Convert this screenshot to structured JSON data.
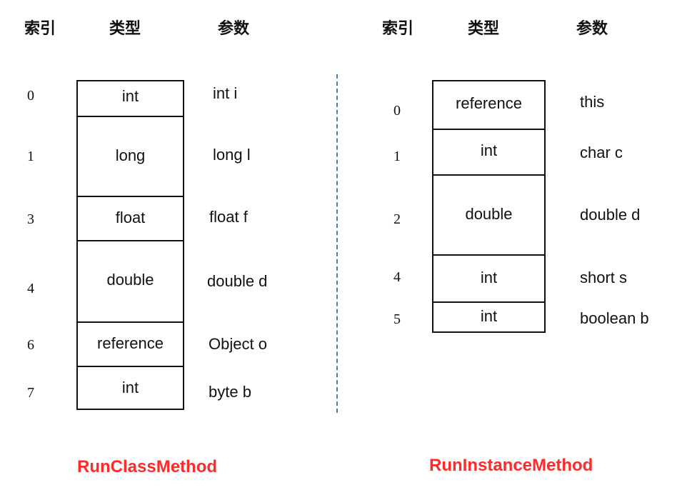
{
  "headers": {
    "index": "索引",
    "type": "类型",
    "param": "参数"
  },
  "colors": {
    "caption": "#ff2a2a",
    "divider": "#4a7ab8",
    "ink": "#111111"
  },
  "class_method": {
    "caption": "RunClassMethod",
    "rows": [
      {
        "index": "0",
        "type": "int",
        "param": "int i"
      },
      {
        "index": "1",
        "type": "long",
        "param": "long l"
      },
      {
        "index": "3",
        "type": "float",
        "param": "float f"
      },
      {
        "index": "4",
        "type": "double",
        "param": "double d"
      },
      {
        "index": "6",
        "type": "reference",
        "param": "Object o"
      },
      {
        "index": "7",
        "type": "int",
        "param": "byte b"
      }
    ]
  },
  "instance_method": {
    "caption": "RunInstanceMethod",
    "rows": [
      {
        "index": "0",
        "type": "reference",
        "param": "this"
      },
      {
        "index": "1",
        "type": "int",
        "param": "char  c"
      },
      {
        "index": "2",
        "type": "double",
        "param": "double  d"
      },
      {
        "index": "4",
        "type": "int",
        "param": "short  s"
      },
      {
        "index": "5",
        "type": "int",
        "param": "boolean  b"
      }
    ]
  }
}
